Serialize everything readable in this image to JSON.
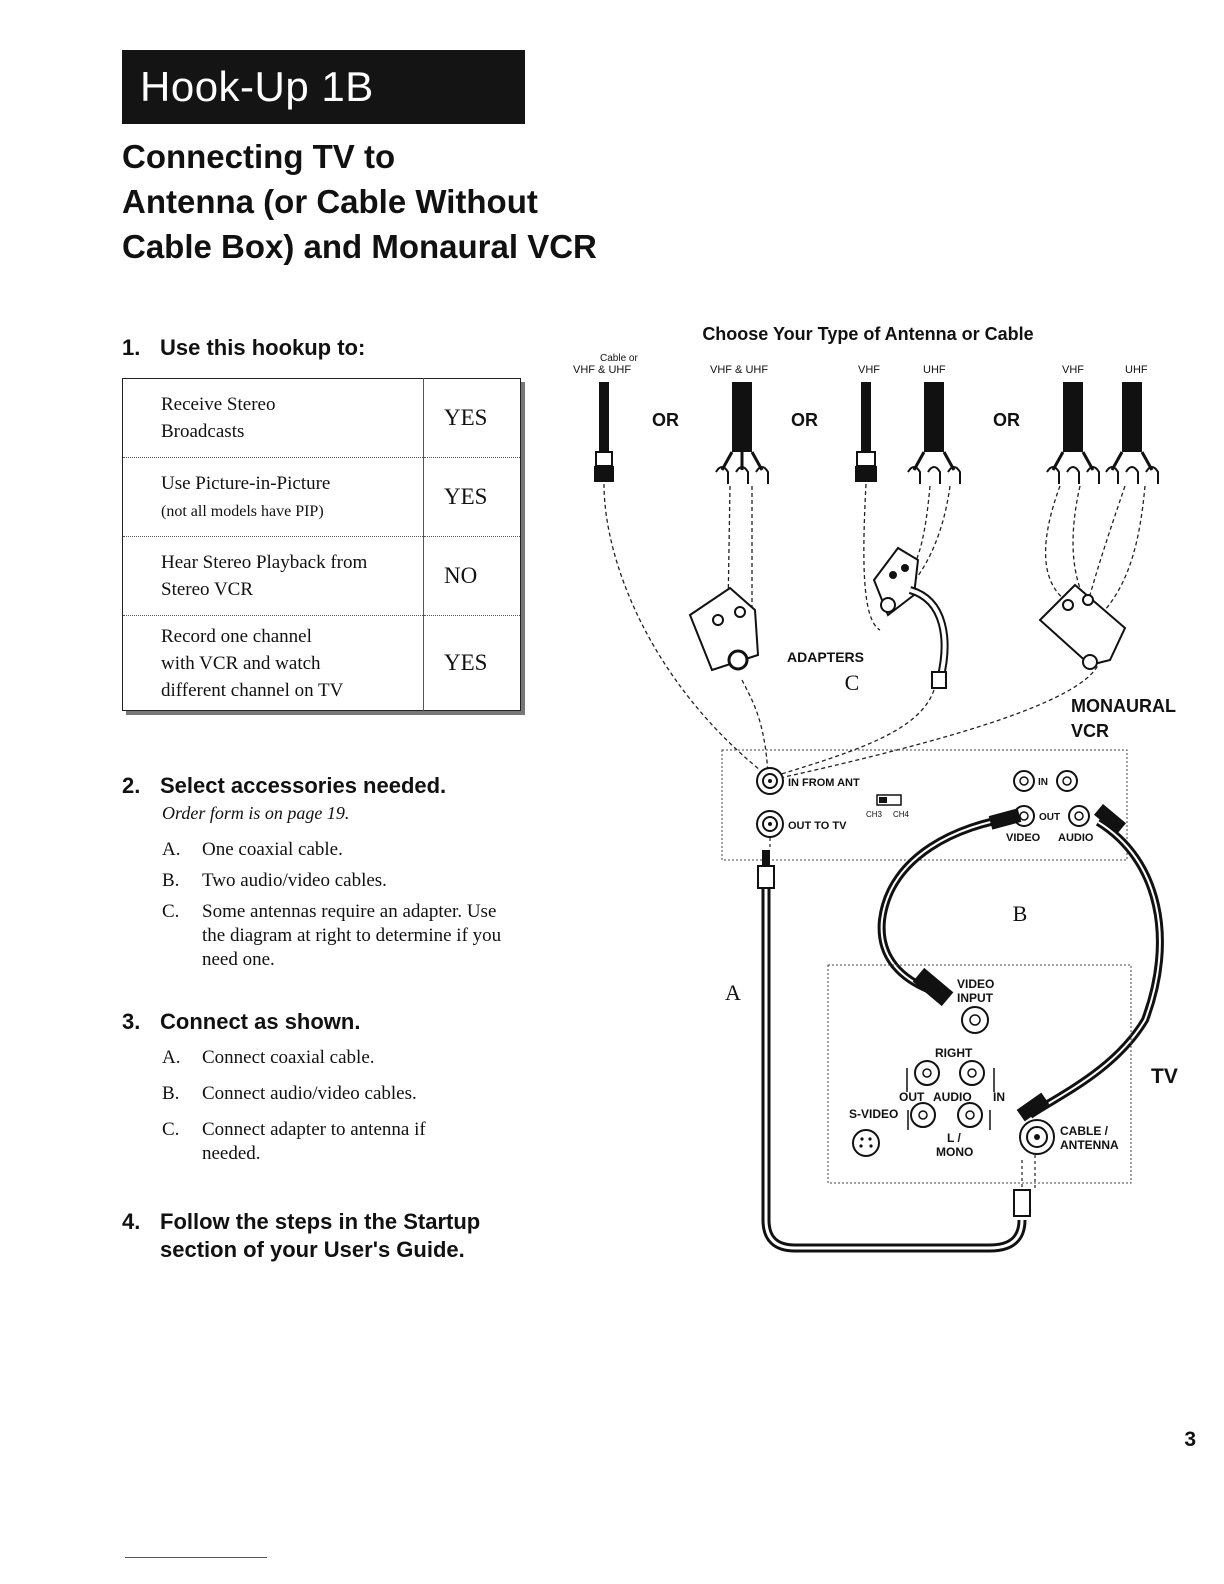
{
  "header": {
    "banner": "Hook-Up 1B"
  },
  "title_lines": [
    "Connecting TV to",
    "Antenna (or Cable Without",
    "Cable Box) and Monaural VCR"
  ],
  "step1": {
    "number": "1.",
    "heading": "Use this hookup to:",
    "rows": [
      {
        "feature": "Receive Stereo",
        "feature2": "Broadcasts",
        "note": "",
        "answer": "YES"
      },
      {
        "feature": "Use Picture-in-Picture",
        "feature2": "",
        "note": "(not all models have PIP)",
        "answer": "YES"
      },
      {
        "feature": "Hear Stereo Playback from",
        "feature2": "Stereo VCR",
        "note": "",
        "answer": "NO"
      },
      {
        "feature": "Record one channel",
        "feature2": "with VCR and watch",
        "feature3": "different channel on TV",
        "answer": "YES"
      }
    ]
  },
  "step2": {
    "number": "2.",
    "heading": "Select accessories needed.",
    "note": "Order form is on page 19.",
    "items": [
      {
        "letter": "A.",
        "text": "One coaxial cable."
      },
      {
        "letter": "B.",
        "text": "Two audio/video cables."
      },
      {
        "letter": "C.",
        "text": "Some antennas require an adapter. Use the diagram at right to determine if you need one."
      }
    ]
  },
  "step3": {
    "number": "3.",
    "heading": "Connect as shown.",
    "items": [
      {
        "letter": "A.",
        "text": "Connect coaxial cable."
      },
      {
        "letter": "B.",
        "text": "Connect audio/video cables."
      },
      {
        "letter": "C.",
        "text": "Connect adapter to antenna if needed."
      }
    ]
  },
  "step4": {
    "number": "4.",
    "heading_line1": "Follow the steps in the Startup",
    "heading_line2": "section of your User's Guide."
  },
  "diagram": {
    "title": "Choose Your Type of Antenna or Cable",
    "antenna_label_1a": "Cable or",
    "antenna_label_1b": "VHF & UHF",
    "antenna_label_2": "VHF & UHF",
    "antenna_label_3_vhf": "VHF",
    "antenna_label_3_uhf": "UHF",
    "antenna_label_4_vhf": "VHF",
    "antenna_label_4_uhf": "UHF",
    "or": "OR",
    "adapters": "ADAPTERS",
    "adapter_letter": "C",
    "vcr_label_1": "MONAURAL",
    "vcr_label_2": "VCR",
    "vcr_in_from_ant": "IN FROM ANT",
    "vcr_out_to_tv": "OUT TO TV",
    "vcr_ch3": "CH3",
    "vcr_ch4": "CH4",
    "vcr_in": "IN",
    "vcr_out": "OUT",
    "vcr_video": "VIDEO",
    "vcr_audio": "AUDIO",
    "cable_b": "B",
    "cable_a": "A",
    "tv_video": "VIDEO",
    "tv_input": "INPUT",
    "tv_right": "RIGHT",
    "tv_out": "OUT",
    "tv_audio": "AUDIO",
    "tv_in": "IN",
    "tv_svideo": "S-VIDEO",
    "tv_l": "L /",
    "tv_mono": "MONO",
    "tv_cable": "CABLE /",
    "tv_antenna": "ANTENNA",
    "tv_label": "TV"
  },
  "page_number": "3"
}
